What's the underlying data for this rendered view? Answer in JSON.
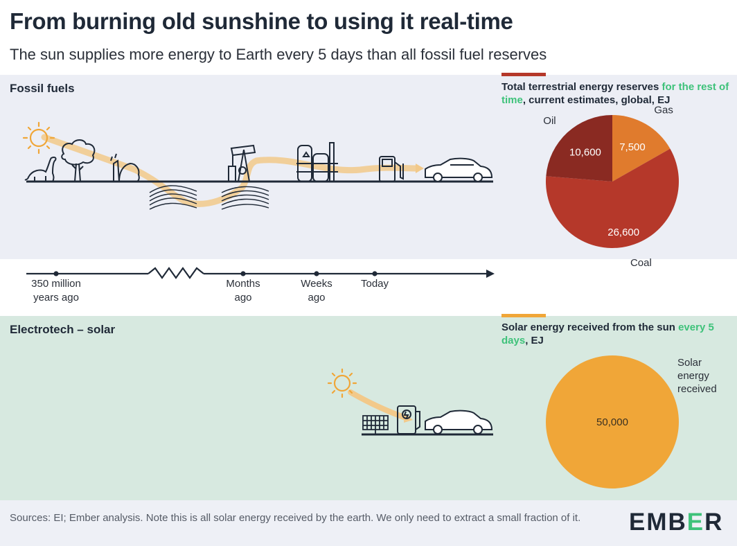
{
  "header": {
    "title": "From burning old sunshine to using it real-time",
    "subtitle": "The sun supplies more energy to Earth every 5 days than all fossil fuel reserves"
  },
  "fossil_section": {
    "label": "Fossil fuels",
    "chart_title_part1": "Total terrestrial energy reserves ",
    "chart_title_highlight": "for the rest of time",
    "chart_title_part2": ", current estimates, global, EJ"
  },
  "timeline": {
    "ticks": [
      {
        "line1": "350 million",
        "line2": "years ago"
      },
      {
        "line1": "Months",
        "line2": "ago"
      },
      {
        "line1": "Weeks",
        "line2": "ago"
      },
      {
        "line1": "Today",
        "line2": ""
      }
    ]
  },
  "solar_section": {
    "label": "Electrotech – solar",
    "chart_title_part1": "Solar energy received from the sun ",
    "chart_title_highlight": "every 5 days",
    "chart_title_part2": ", EJ"
  },
  "footer": {
    "source": "Sources: EI; Ember analysis. Note this is all solar energy received by the earth. We only need to extract a small fraction of it.",
    "logo_part1": "EMB",
    "logo_part2": "E",
    "logo_part3": "R"
  },
  "colors": {
    "oil": "#8a2a22",
    "gas": "#e07b2d",
    "coal": "#b5382a",
    "solar": "#f0a638",
    "accent_fossil": "#b5382a",
    "accent_solar": "#f0a638",
    "green": "#3ec27a"
  },
  "chart_data": [
    {
      "type": "pie",
      "title": "Total terrestrial energy reserves for the rest of time, current estimates, global, EJ",
      "categories": [
        "Gas",
        "Coal",
        "Oil"
      ],
      "values": [
        7500,
        26600,
        10600
      ],
      "value_labels": [
        "7,500",
        "26,600",
        "10,600"
      ]
    },
    {
      "type": "pie",
      "title": "Solar energy received from the sun every 5 days, EJ",
      "categories": [
        "Solar energy received"
      ],
      "category_lines": [
        "Solar",
        "energy",
        "received"
      ],
      "values": [
        50000
      ],
      "value_labels": [
        "50,000"
      ]
    }
  ]
}
